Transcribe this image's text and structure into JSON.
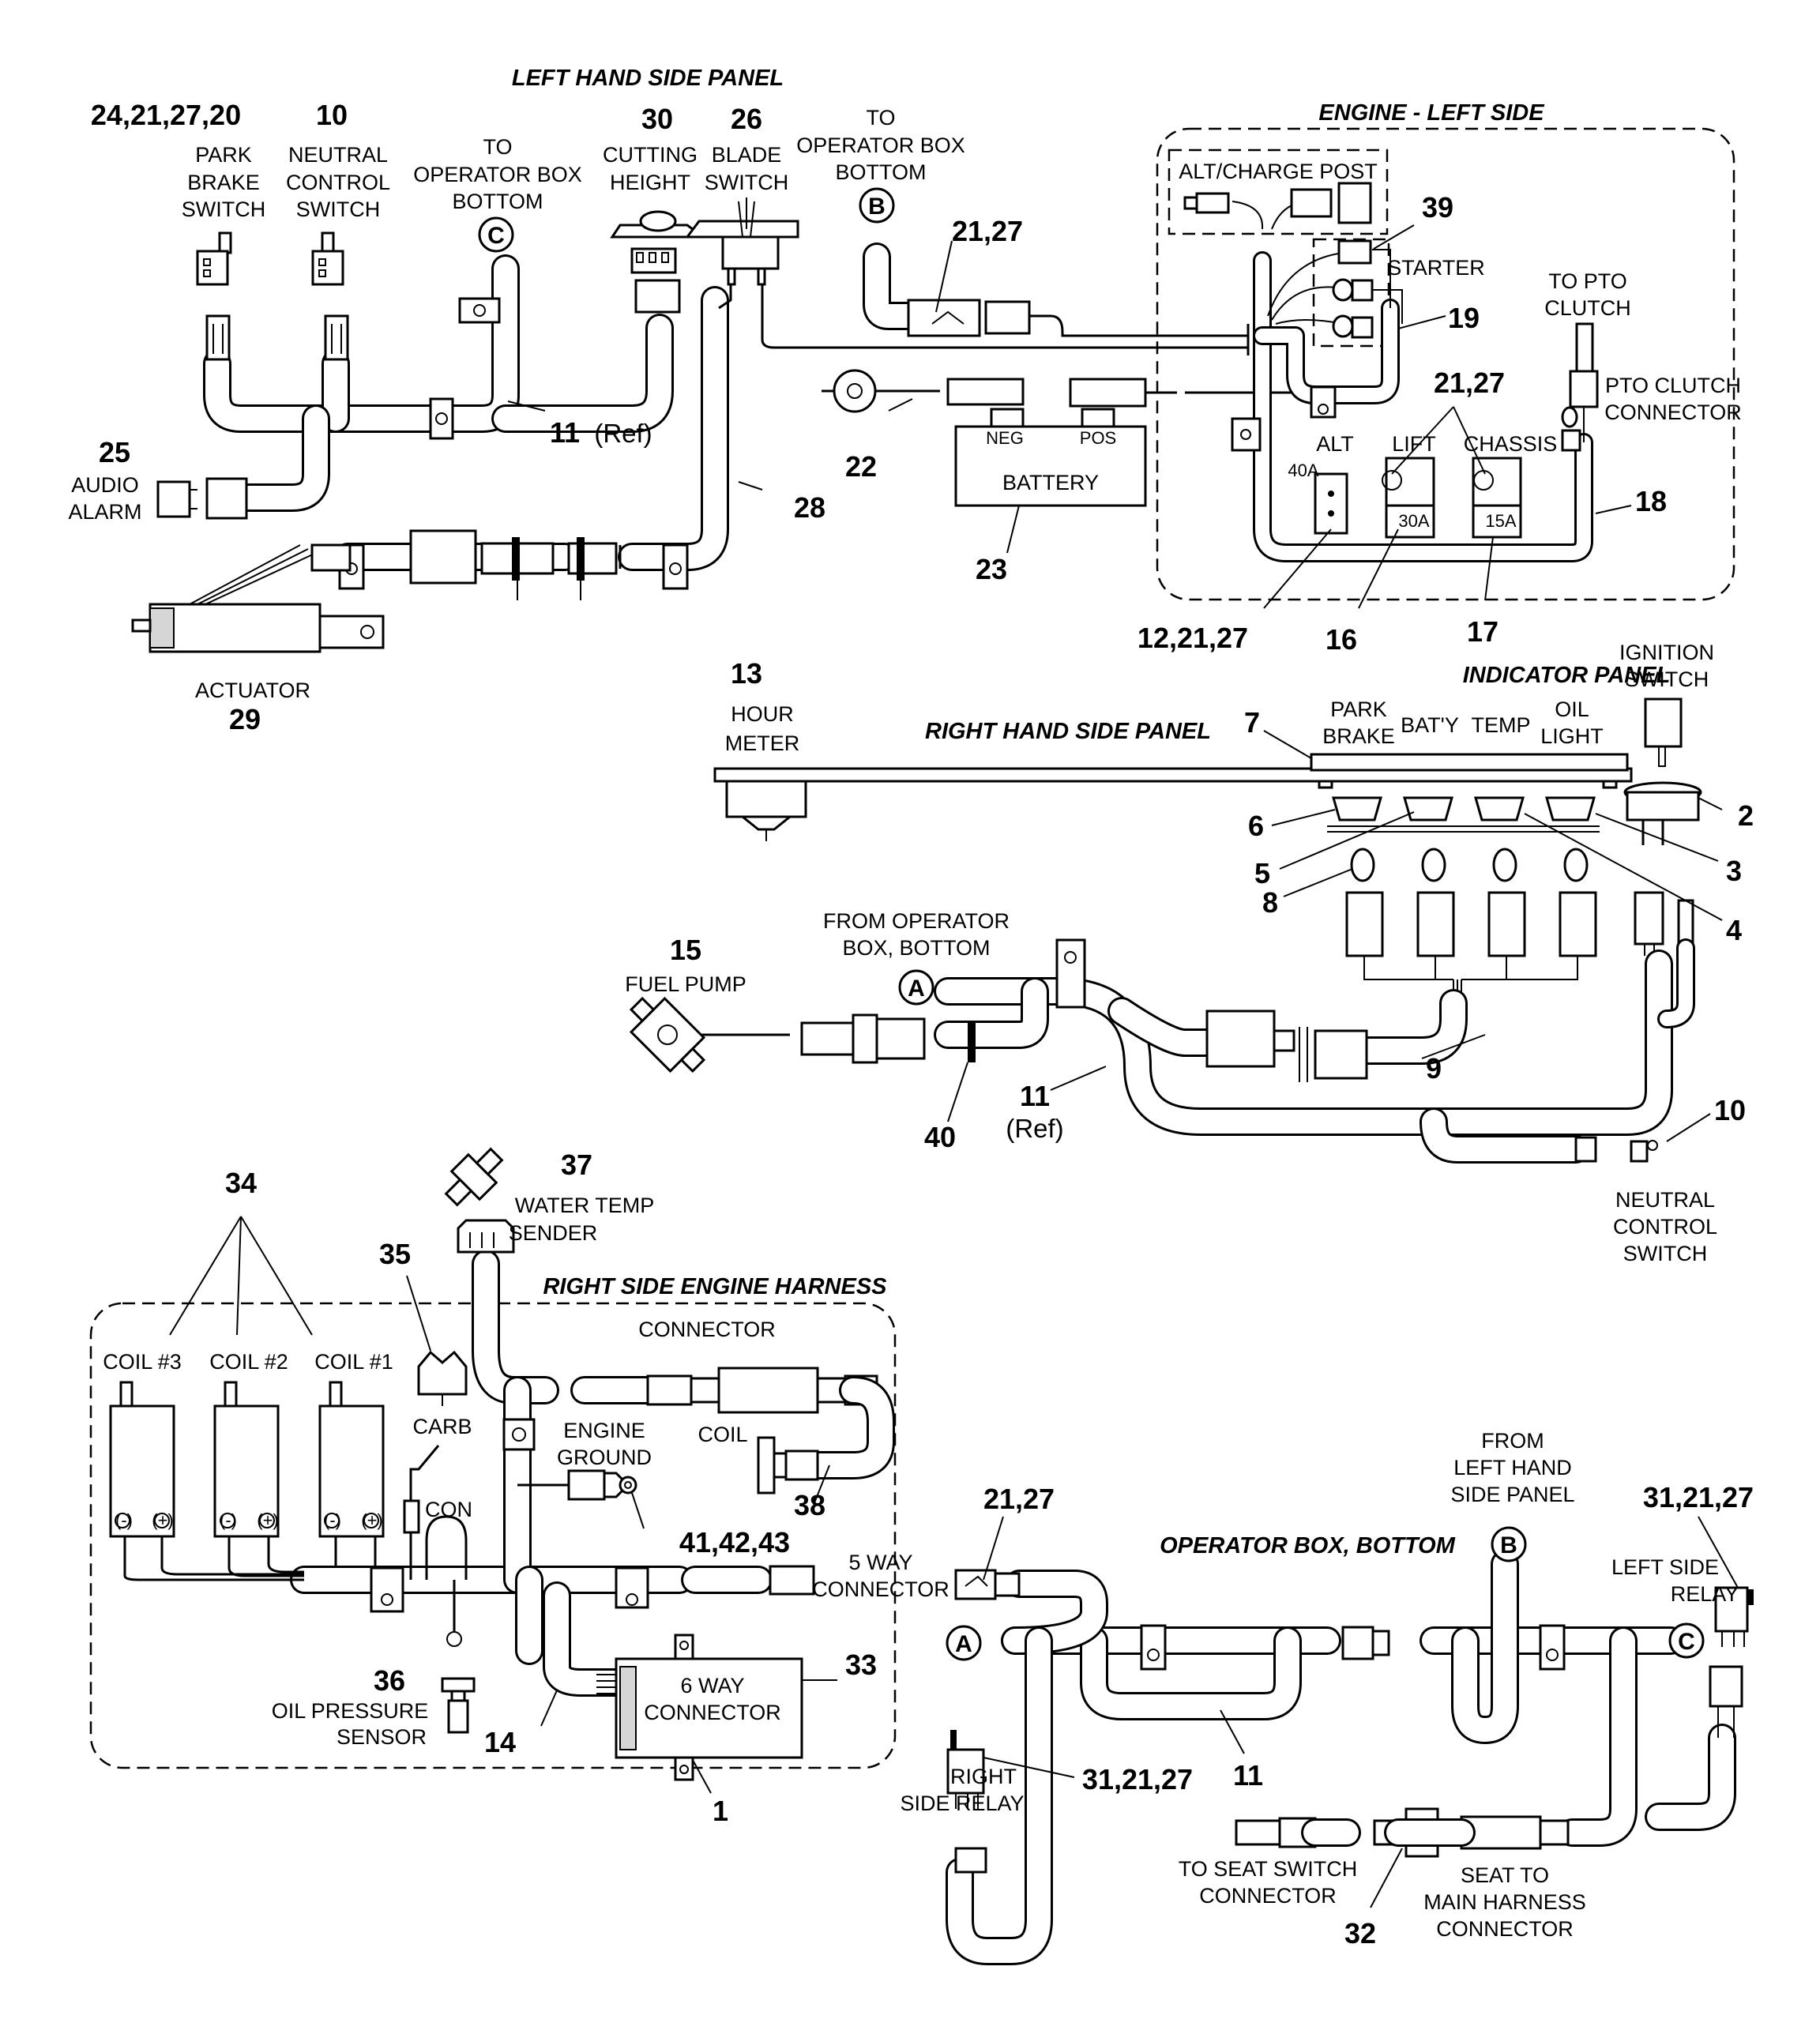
{
  "sections": {
    "left_hand_side_panel": "LEFT HAND SIDE PANEL",
    "engine_left_side": "ENGINE - LEFT SIDE",
    "indicator_panel": "INDICATOR PANEL",
    "right_hand_side_panel": "RIGHT HAND SIDE PANEL",
    "right_side_engine_harness": "RIGHT SIDE ENGINE HARNESS",
    "operator_box_bottom": "OPERATOR BOX, BOTTOM"
  },
  "callouts": {
    "c24_21_27_20": "24,21,27,20",
    "c10_top": "10",
    "c30": "30",
    "c26": "26",
    "c21_27_top": "21,27",
    "c39": "39",
    "c19": "19",
    "c21_27_fuse": "21,27",
    "c18": "18",
    "c25": "25",
    "c11_top": "11",
    "c11_top_ref": "(Ref)",
    "c22": "22",
    "c28": "28",
    "c23": "23",
    "c12_21_27": "12,21,27",
    "c16": "16",
    "c17": "17",
    "c29": "29",
    "c13": "13",
    "c7": "7",
    "c6": "6",
    "c5": "5",
    "c8": "8",
    "c2": "2",
    "c3": "3",
    "c4": "4",
    "c15": "15",
    "c9": "9",
    "c11_mid": "11",
    "c11_mid_ref": "(Ref)",
    "c40": "40",
    "c10_mid": "10",
    "c34": "34",
    "c37": "37",
    "c35": "35",
    "c38": "38",
    "c41_42_43": "41,42,43",
    "c36": "36",
    "c14": "14",
    "c33": "33",
    "c1": "1",
    "c21_27_bot": "21,27",
    "c31_21_27_left": "31,21,27",
    "c31_21_27_right": "31,21,27",
    "c11_bot": "11",
    "c32": "32"
  },
  "labels": {
    "park_brake_switch": [
      "PARK",
      "BRAKE",
      "SWITCH"
    ],
    "neutral_control_switch_top": [
      "NEUTRAL",
      "CONTROL",
      "SWITCH"
    ],
    "to_operator_box_bottom_c": [
      "TO",
      "OPERATOR BOX",
      "BOTTOM"
    ],
    "cutting_height": [
      "CUTTING",
      "HEIGHT"
    ],
    "blade_switch": [
      "BLADE",
      "SWITCH"
    ],
    "to_operator_box_bottom_b": [
      "TO",
      "OPERATOR BOX",
      "BOTTOM"
    ],
    "alt_charge_post": "ALT/CHARGE POST",
    "starter": "STARTER",
    "to_pto_clutch": [
      "TO PTO",
      "CLUTCH"
    ],
    "pto_clutch_connector": [
      "PTO CLUTCH",
      "CONNECTOR"
    ],
    "audio_alarm": [
      "AUDIO",
      "ALARM"
    ],
    "battery": "BATTERY",
    "neg": "NEG",
    "pos": "POS",
    "alt": "ALT",
    "lift": "LIFT",
    "chassis": "CHASSIS",
    "fuse_40a": "40A",
    "fuse_30a": "30A",
    "fuse_15a": "15A",
    "actuator": "ACTUATOR",
    "hour_meter": [
      "HOUR",
      "METER"
    ],
    "park_brake_ind": [
      "PARK",
      "BRAKE"
    ],
    "batty": "BAT'Y",
    "temp": "TEMP",
    "oil_light": [
      "OIL",
      "LIGHT"
    ],
    "ignition_switch": [
      "IGNITION",
      "SWITCH"
    ],
    "from_operator_box_bottom": [
      "FROM OPERATOR",
      "BOX, BOTTOM"
    ],
    "fuel_pump": "FUEL PUMP",
    "neutral_control_switch_mid": [
      "NEUTRAL",
      "CONTROL",
      "SWITCH"
    ],
    "water_temp_sender": [
      "WATER TEMP",
      "SENDER"
    ],
    "coil3": "COIL #3",
    "coil2": "COIL #2",
    "coil1": "COIL #1",
    "carb": "CARB",
    "connector": "CONNECTOR",
    "engine_ground": [
      "ENGINE",
      "GROUND"
    ],
    "coil": "COIL",
    "con": "CON",
    "five_way_connector": [
      "5 WAY",
      "CONNECTOR"
    ],
    "six_way_connector": [
      "6 WAY",
      "CONNECTOR"
    ],
    "oil_pressure_sensor": [
      "OIL PRESSURE",
      "SENSOR"
    ],
    "from_left_hand_side_panel": [
      "FROM",
      "LEFT HAND",
      "SIDE PANEL"
    ],
    "left_side_relay": [
      "LEFT SIDE",
      "RELAY"
    ],
    "right_side_relay": [
      "RIGHT",
      "SIDE RELAY"
    ],
    "to_seat_switch_connector": [
      "TO SEAT SWITCH",
      "CONNECTOR"
    ],
    "seat_to_main_harness_connector": [
      "SEAT TO",
      "MAIN HARNESS",
      "CONNECTOR"
    ],
    "minus": "(-)",
    "plus": "(+)"
  },
  "circles": {
    "a": "A",
    "b": "B",
    "c": "C"
  }
}
